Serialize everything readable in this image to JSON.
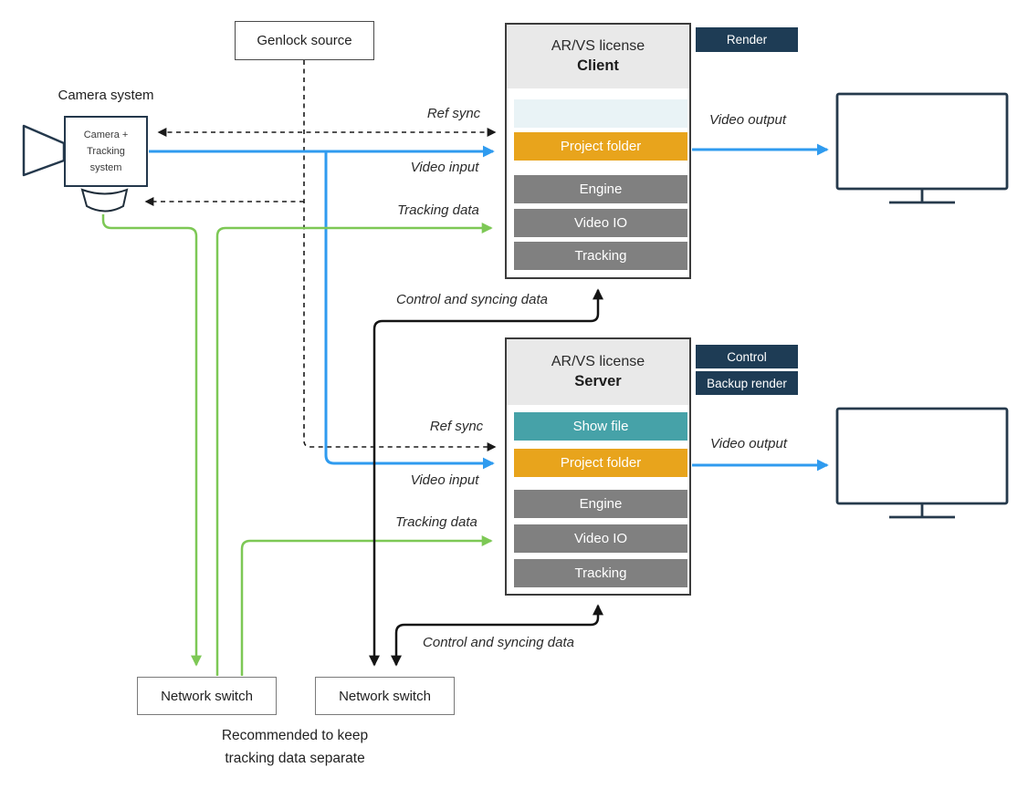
{
  "palette": {
    "video_blue": "#2f9bef",
    "tracking_green": "#7dc855",
    "control_black": "#141414",
    "ref_sync_dash_black": "#1a1a1a",
    "project_folder_amber": "#e8a41c",
    "show_file_teal": "#46a2a8",
    "module_gray": "#808080",
    "badge_navy": "#1e3c55",
    "header_gray": "#e9e9e9",
    "placeholder_pale_blue": "#e9f3f6"
  },
  "camera": {
    "title": "Camera system",
    "box_line1": "Camera +",
    "box_line2": "Tracking",
    "box_line3": "system"
  },
  "genlock": {
    "label": "Genlock source"
  },
  "client": {
    "license": "AR/VS license",
    "role": "Client",
    "badge": "Render",
    "modules": {
      "project_folder": "Project folder",
      "engine": "Engine",
      "video_io": "Video IO",
      "tracking": "Tracking"
    }
  },
  "server": {
    "license": "AR/VS license",
    "role": "Server",
    "badge_control": "Control",
    "badge_backup": "Backup render",
    "modules": {
      "show_file": "Show file",
      "project_folder": "Project folder",
      "engine": "Engine",
      "video_io": "Video IO",
      "tracking": "Tracking"
    }
  },
  "flow_labels": {
    "ref_sync": "Ref sync",
    "video_input": "Video input",
    "tracking_data": "Tracking data",
    "video_output": "Video output",
    "control_syncing": "Control and syncing data"
  },
  "network_switches": {
    "left": "Network switch",
    "right": "Network switch"
  },
  "note": {
    "line1": "Recommended to keep",
    "line2": "tracking data separate"
  }
}
